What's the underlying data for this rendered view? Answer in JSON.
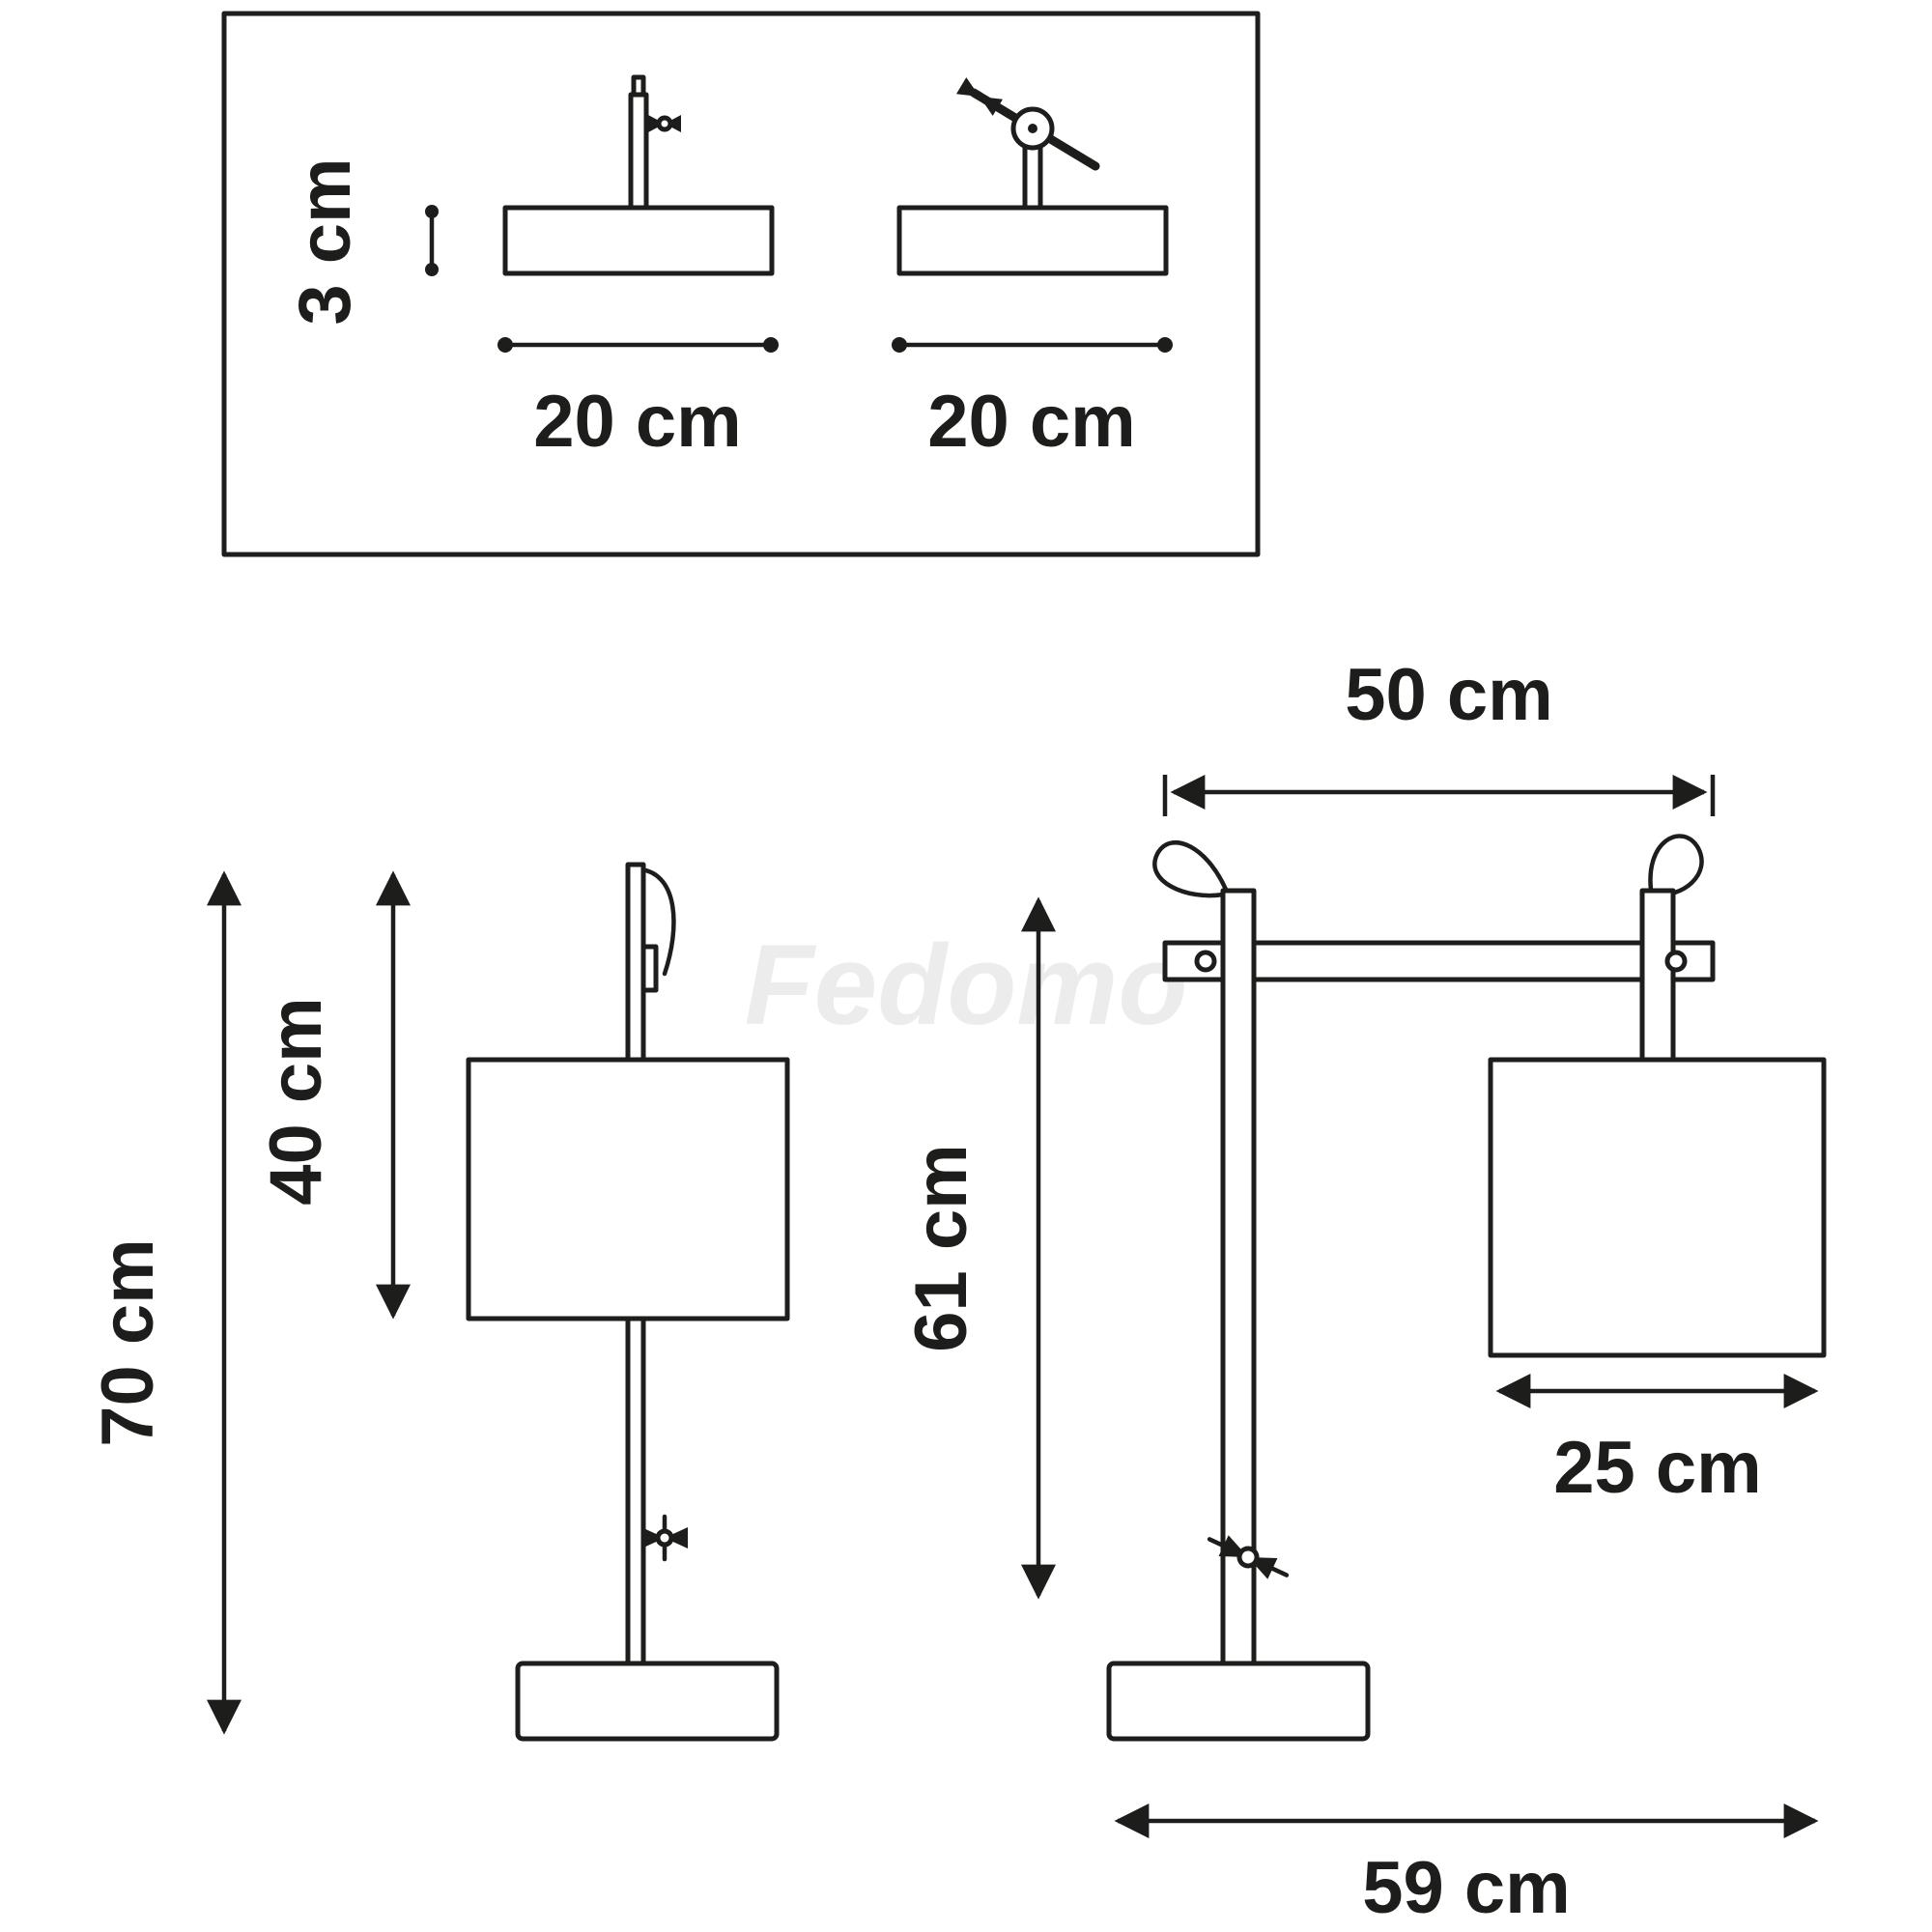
{
  "diagram": {
    "watermark": "Fedomo",
    "top_view": {
      "shade_height_label": "3 cm",
      "left_width_label": "20 cm",
      "right_width_label": "20 cm"
    },
    "front_view": {
      "total_height_label": "70 cm",
      "shade_height_label": "40 cm"
    },
    "side_view": {
      "arm_span_label": "50 cm",
      "post_height_label": "61 cm",
      "shade_width_label": "25 cm",
      "base_span_label": "59 cm"
    }
  }
}
